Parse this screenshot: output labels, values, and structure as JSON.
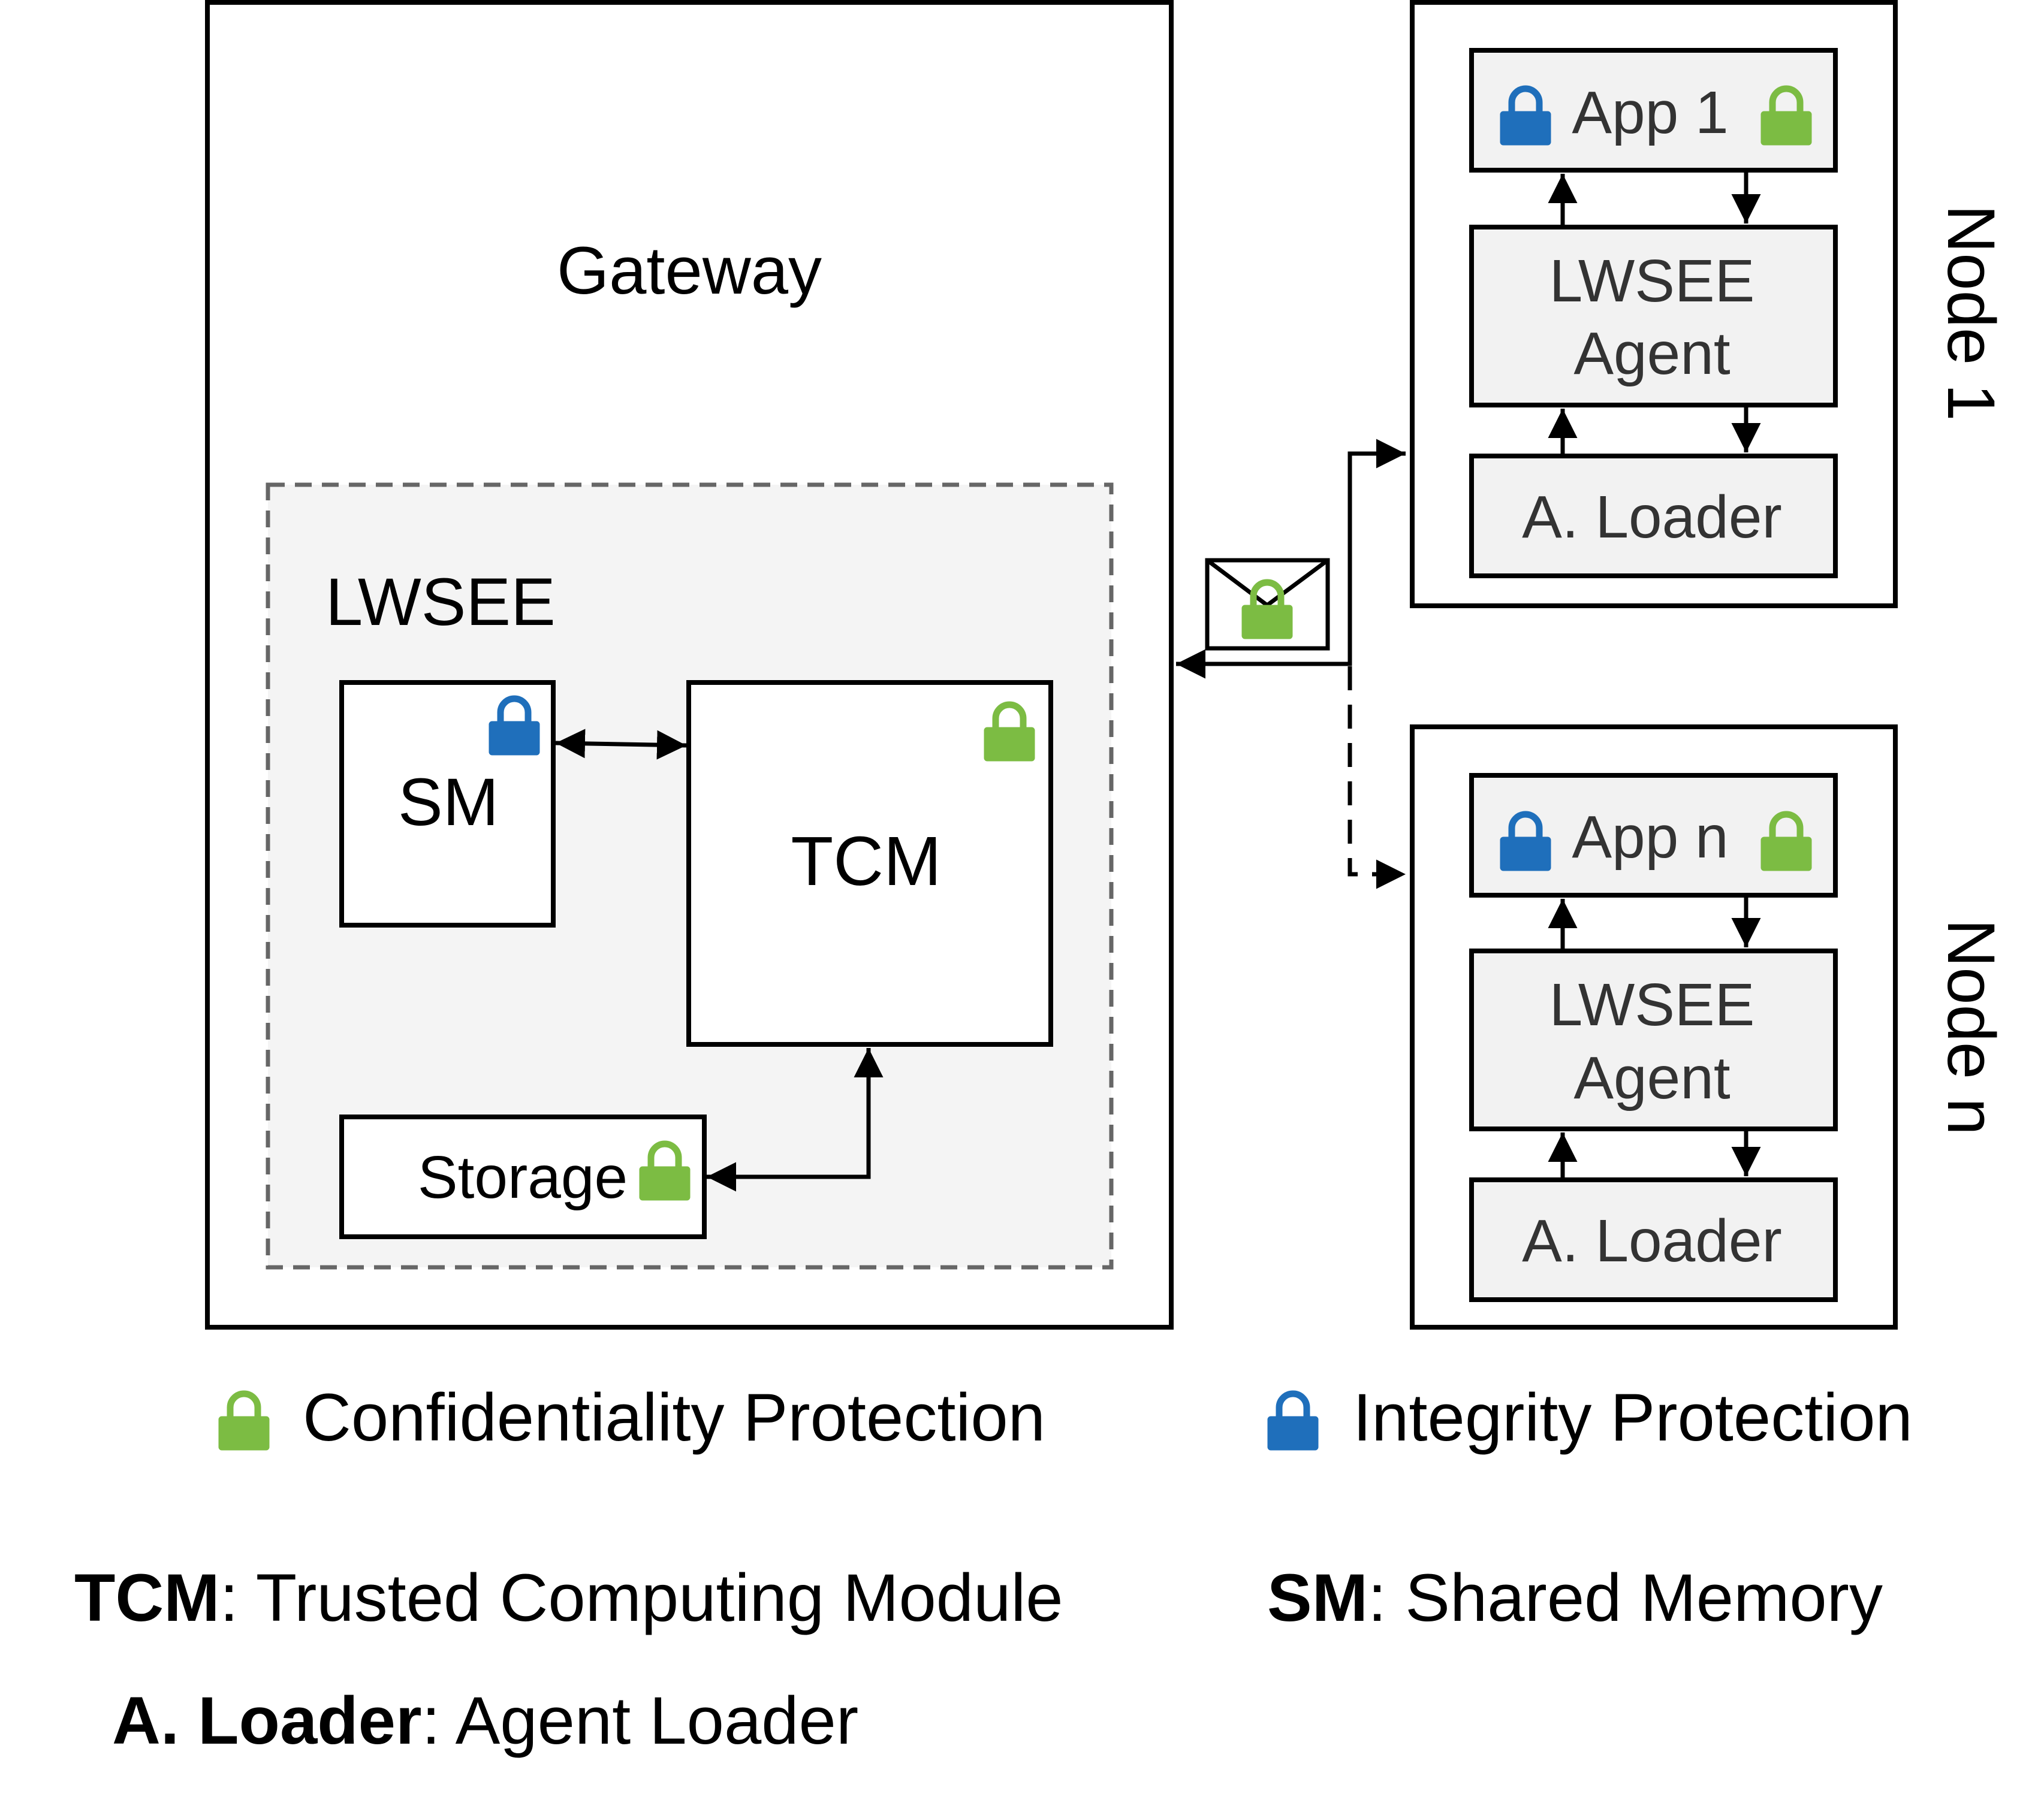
{
  "gateway": {
    "title": "Gateway"
  },
  "lwsee": {
    "title": "LWSEE",
    "sm_label": "SM",
    "tcm_label": "TCM",
    "storage_label": "Storage"
  },
  "nodes": [
    {
      "name": "Node 1",
      "app_label": "App 1",
      "agent_line1": "LWSEE",
      "agent_line2": "Agent",
      "loader_label": "A. Loader"
    },
    {
      "name": "Node n",
      "app_label": "App n",
      "agent_line1": "LWSEE",
      "agent_line2": "Agent",
      "loader_label": "A. Loader"
    }
  ],
  "legend": {
    "confidentiality": "Confidentiality Protection",
    "integrity": "Integrity Protection",
    "tcm_term": "TCM",
    "tcm_definition": ": Trusted Computing Module",
    "sm_term": "SM",
    "sm_definition": ": Shared Memory",
    "loader_term": "A. Loader",
    "loader_definition": ": Agent Loader"
  },
  "colors": {
    "confidentiality_lock": "#7cbc43",
    "integrity_lock": "#1f6fbb",
    "box_fill": "#f2f2f2",
    "lwsee_fill": "#f4f4f4"
  },
  "icons": {
    "confidentiality": "lock-icon",
    "integrity": "lock-icon",
    "message": "envelope-icon"
  }
}
